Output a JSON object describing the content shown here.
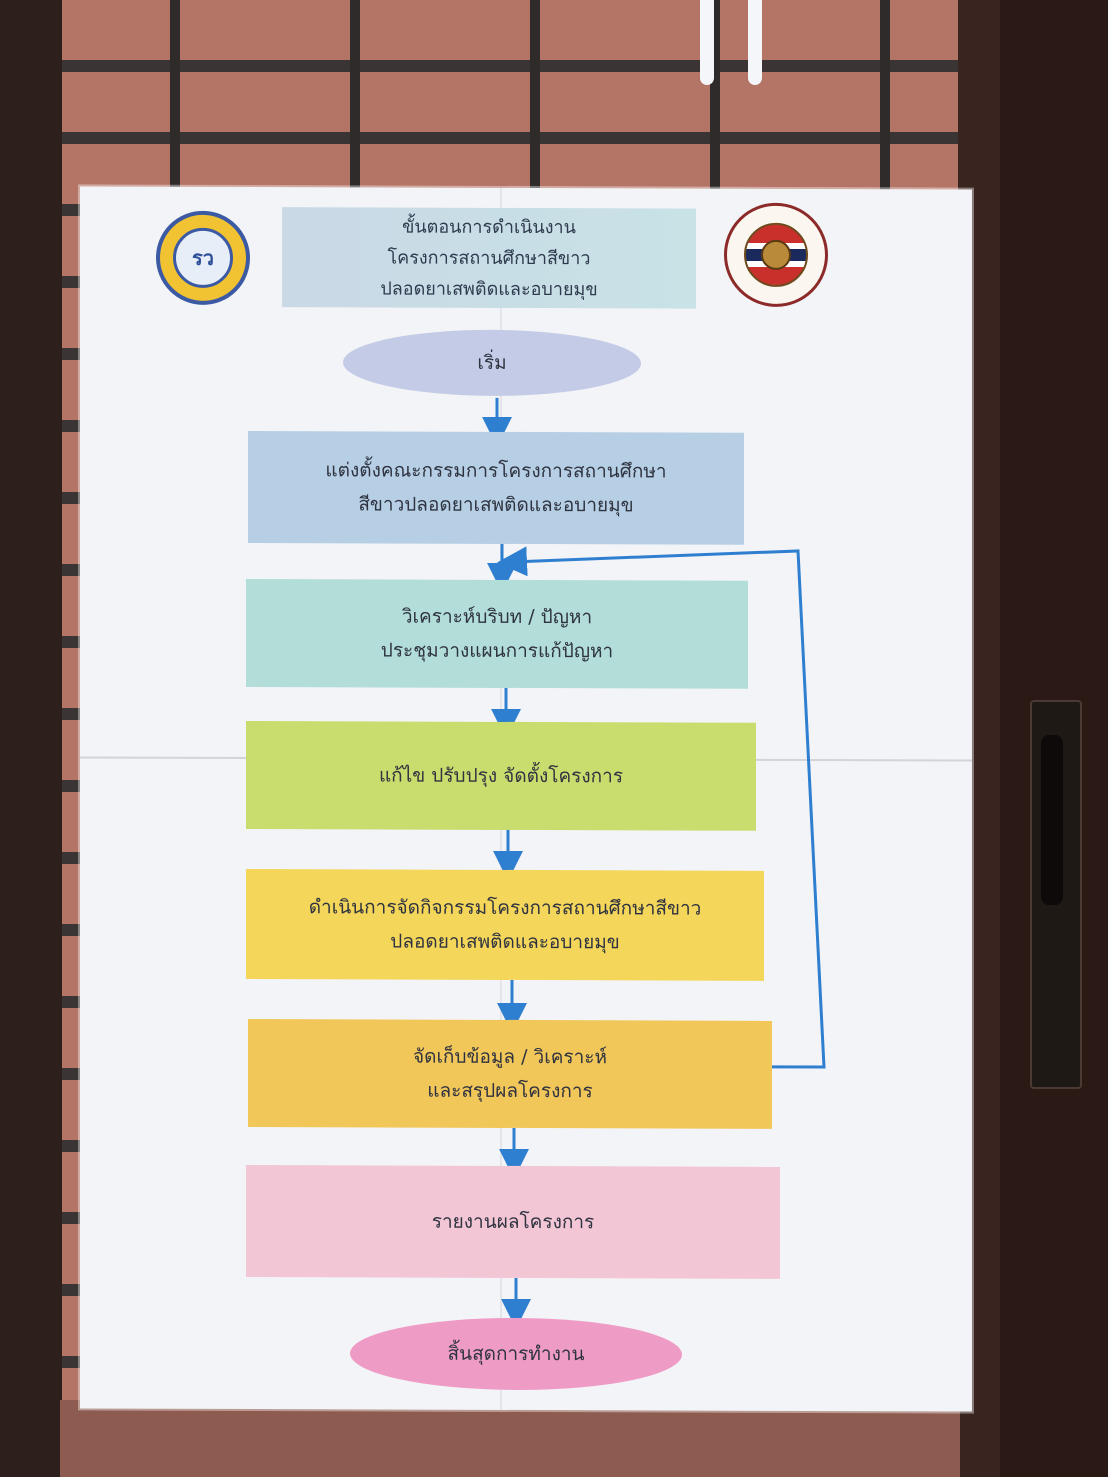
{
  "poster": {
    "header_lines": [
      "ขั้นตอนการดำเนินงาน",
      "โครงการสถานศึกษาสีขาว",
      "ปลอดยาเสพติดและอบายมุข"
    ],
    "logo_left_mark": "รว",
    "colors": {
      "paper": "#f3f4f7",
      "arrow": "#2f7fd1"
    }
  },
  "flow": {
    "start": "เริ่ม",
    "steps": [
      {
        "lines": [
          "แต่งตั้งคณะกรรมการโครงการสถานศึกษา",
          "สีขาวปลอดยาเสพติดและอบายมุข"
        ],
        "color": "#b6cfe4"
      },
      {
        "lines": [
          "วิเคราะห์บริบท / ปัญหา",
          "ประชุมวางแผนการแก้ปัญหา"
        ],
        "color": "#b2ddd8"
      },
      {
        "lines": [
          "แก้ไข ปรับปรุง จัดตั้งโครงการ"
        ],
        "color": "#c9dc6e"
      },
      {
        "lines": [
          "ดำเนินการจัดกิจกรรมโครงการสถานศึกษาสีขาว",
          "ปลอดยาเสพติดและอบายมุข"
        ],
        "color": "#f4d65a"
      },
      {
        "lines": [
          "จัดเก็บข้อมูล / วิเคราะห์",
          "และสรุปผลโครงการ"
        ],
        "color": "#f1c75a"
      },
      {
        "lines": [
          "รายงานผลโครงการ"
        ],
        "color": "#f3c6d6"
      }
    ],
    "end": "สิ้นสุดการทำงาน",
    "start_color": "#c3cbe6",
    "end_color": "#ee9cc6"
  }
}
